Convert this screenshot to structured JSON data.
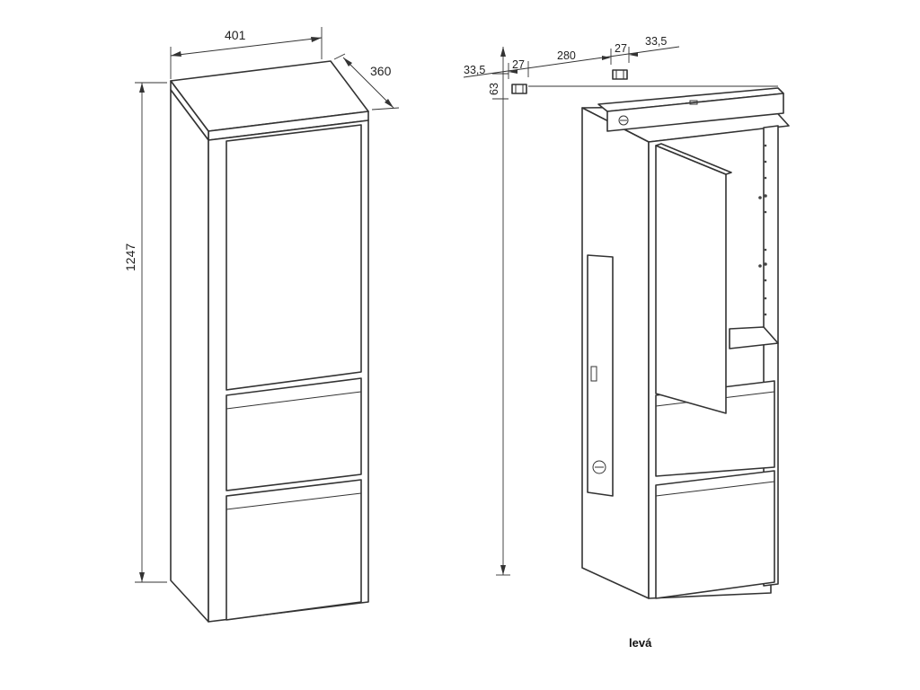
{
  "dimensions": {
    "width": "401",
    "depth": "360",
    "height": "1247",
    "bracket_offset_left": "33,5",
    "bracket_size_left": "27",
    "bracket_spacing": "280",
    "bracket_size_right": "27",
    "bracket_offset_right": "33,5",
    "bracket_height": "63"
  },
  "caption": "levá",
  "colors": {
    "line": "#333333",
    "background": "#ffffff"
  }
}
